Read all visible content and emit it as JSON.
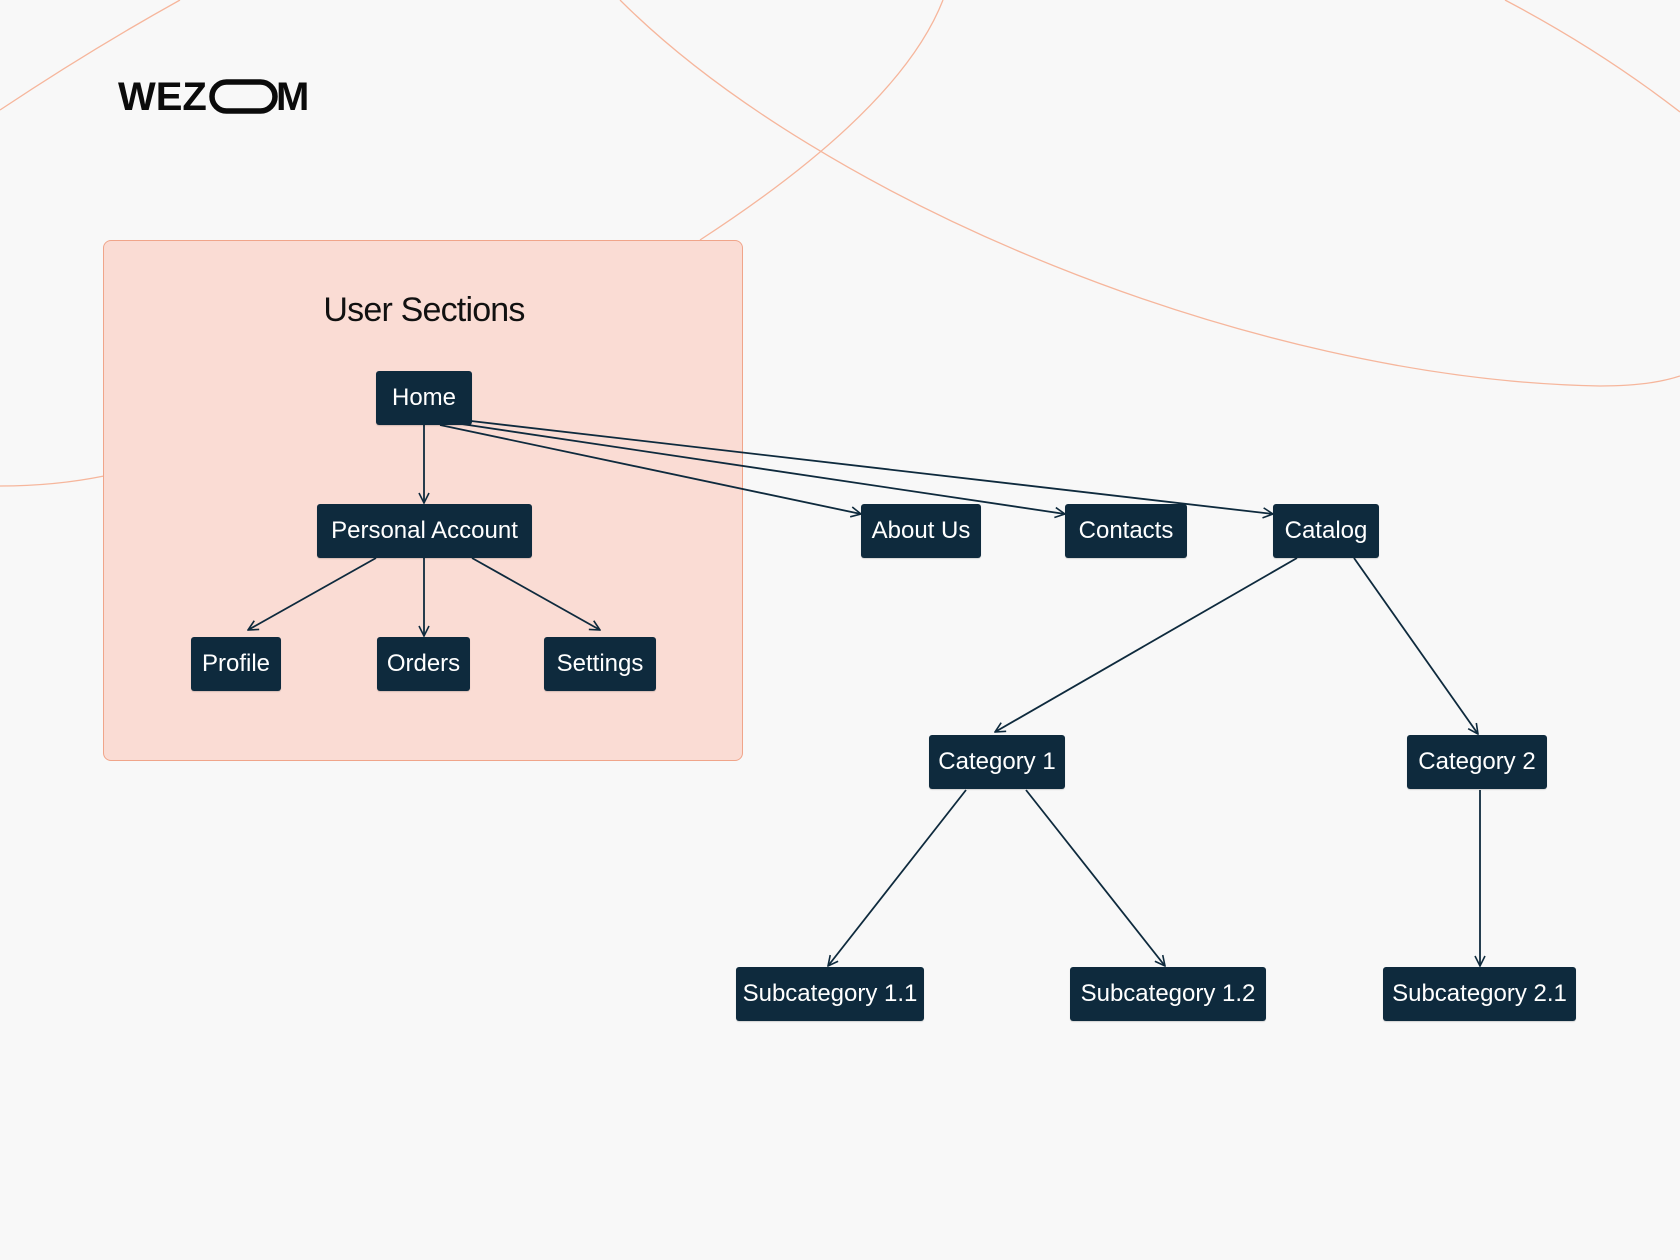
{
  "brand": {
    "logo_text": "WEZOM",
    "colors": {
      "background": "#f8f8f8",
      "node_fill": "#0e2a3d",
      "node_text": "#ffffff",
      "group_fill": "#fadcd4",
      "group_border": "#f0a58a",
      "decor_curve": "#f6b69c",
      "edge": "#0e2a3d"
    }
  },
  "group": {
    "title": "User Sections"
  },
  "nodes": {
    "home": "Home",
    "personal_account": "Personal Account",
    "profile": "Profile",
    "orders": "Orders",
    "settings": "Settings",
    "about_us": "About Us",
    "contacts": "Contacts",
    "catalog": "Catalog",
    "category_1": "Category 1",
    "category_2": "Category 2",
    "subcategory_1_1": "Subcategory 1.1",
    "subcategory_1_2": "Subcategory 1.2",
    "subcategory_2_1": "Subcategory 2.1"
  },
  "edges": [
    {
      "from": "home",
      "to": "personal_account"
    },
    {
      "from": "home",
      "to": "about_us"
    },
    {
      "from": "home",
      "to": "contacts"
    },
    {
      "from": "home",
      "to": "catalog"
    },
    {
      "from": "personal_account",
      "to": "profile"
    },
    {
      "from": "personal_account",
      "to": "orders"
    },
    {
      "from": "personal_account",
      "to": "settings"
    },
    {
      "from": "catalog",
      "to": "category_1"
    },
    {
      "from": "catalog",
      "to": "category_2"
    },
    {
      "from": "category_1",
      "to": "subcategory_1_1"
    },
    {
      "from": "category_1",
      "to": "subcategory_1_2"
    },
    {
      "from": "category_2",
      "to": "subcategory_2_1"
    }
  ]
}
